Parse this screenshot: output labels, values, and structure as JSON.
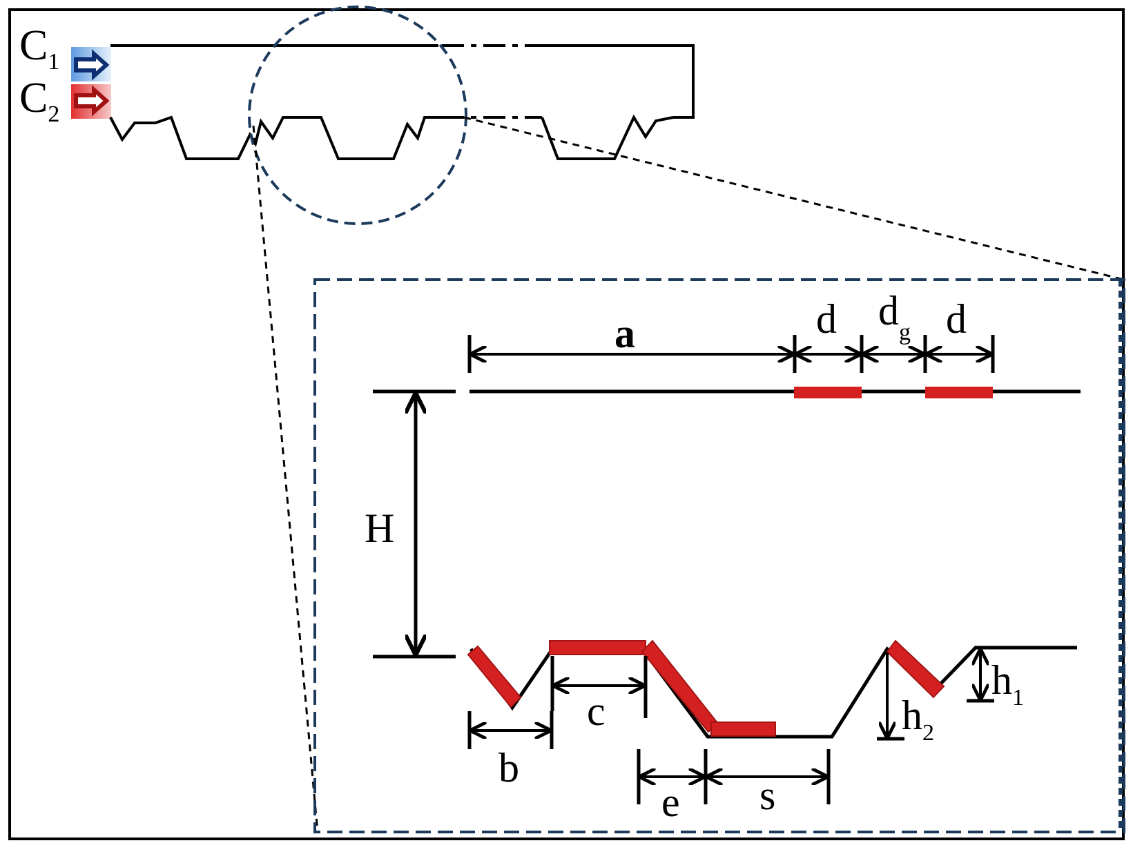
{
  "figure": {
    "legend": [
      {
        "symbol": "C",
        "subscript": "1",
        "arrow_color": "#1f5fb0",
        "swatch_color": "#bcd7f2"
      },
      {
        "symbol": "C",
        "subscript": "2",
        "arrow_color": "#c42a2a",
        "swatch_color": "#e03a3a"
      }
    ],
    "dimensions": {
      "a": "a",
      "d_left": "d",
      "dg_main": "d",
      "dg_sub": "g",
      "d_right": "d",
      "H": "H",
      "b": "b",
      "c": "c",
      "e": "e",
      "s": "s",
      "h1_main": "h",
      "h1_sub": "1",
      "h2_main": "h",
      "h2_sub": "2"
    },
    "colors": {
      "line": "#000000",
      "electrode": "#d42020",
      "zoom_frame": "#1c3a5c"
    }
  }
}
